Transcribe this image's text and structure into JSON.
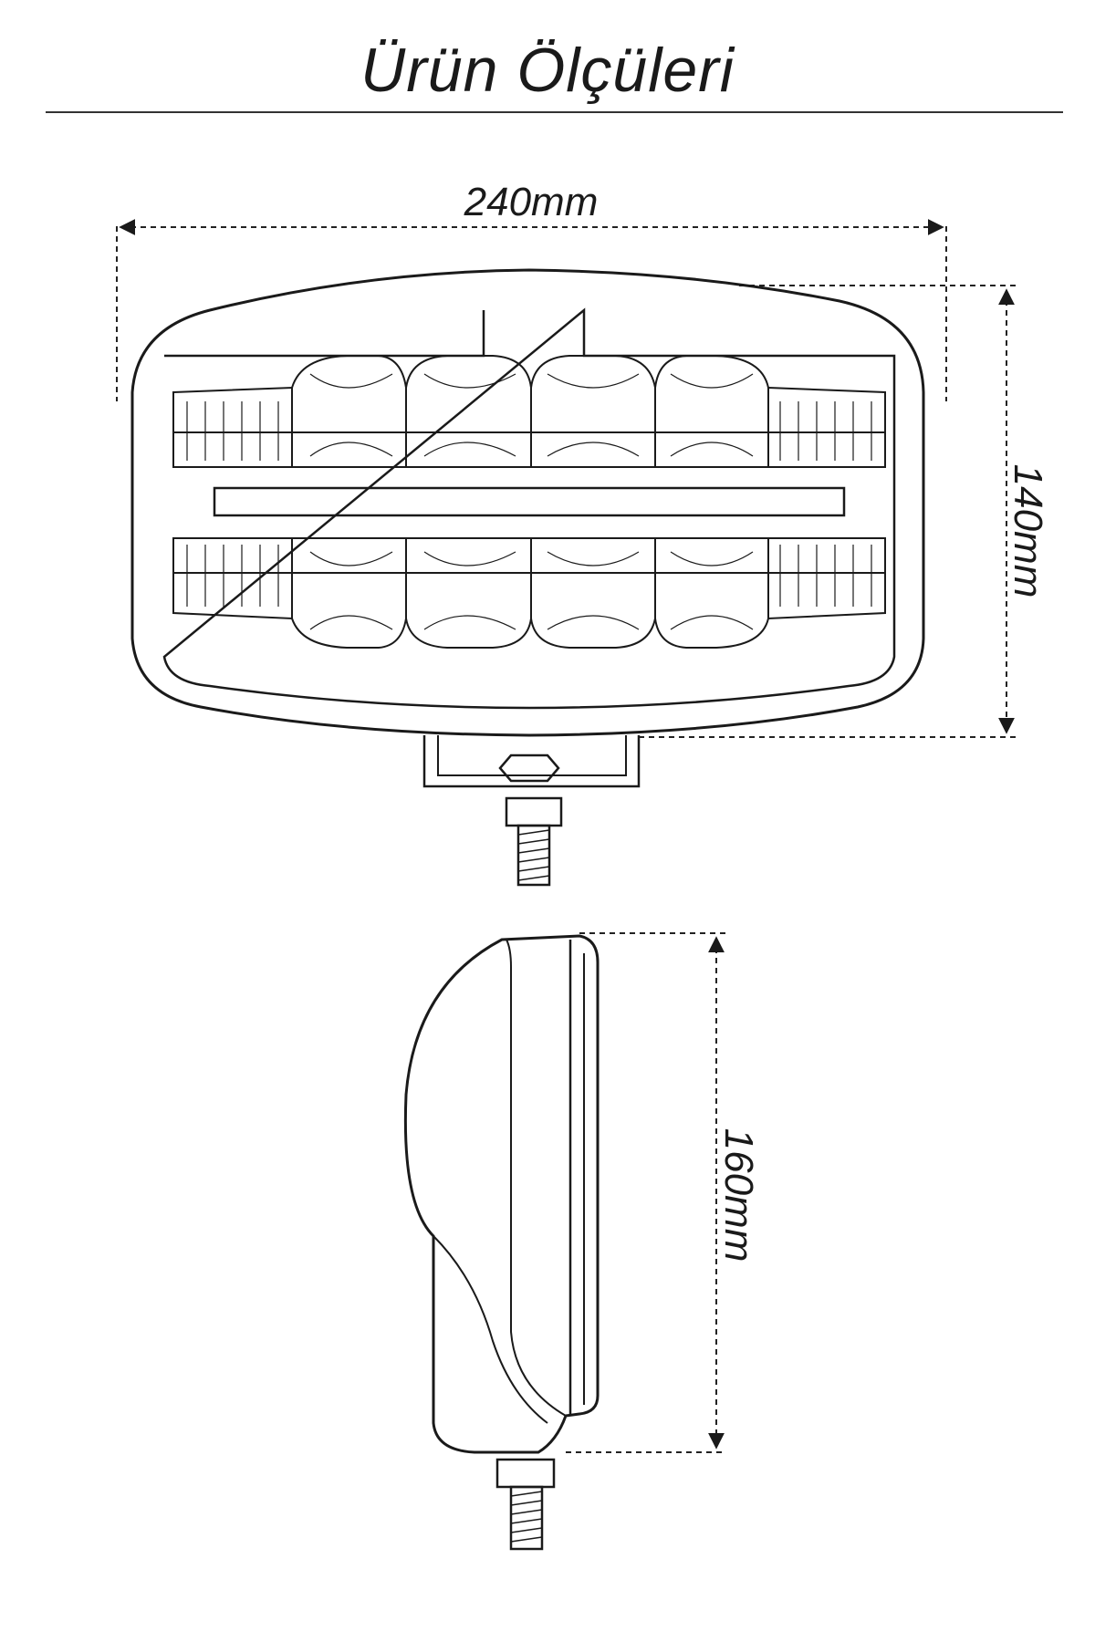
{
  "header": {
    "title": "Ürün Ölçüleri"
  },
  "dimensions": {
    "width_label": "240mm",
    "height_label": "140mm",
    "depth_label": "160mm"
  },
  "colors": {
    "line": "#1a1a1a",
    "background": "#ffffff"
  }
}
